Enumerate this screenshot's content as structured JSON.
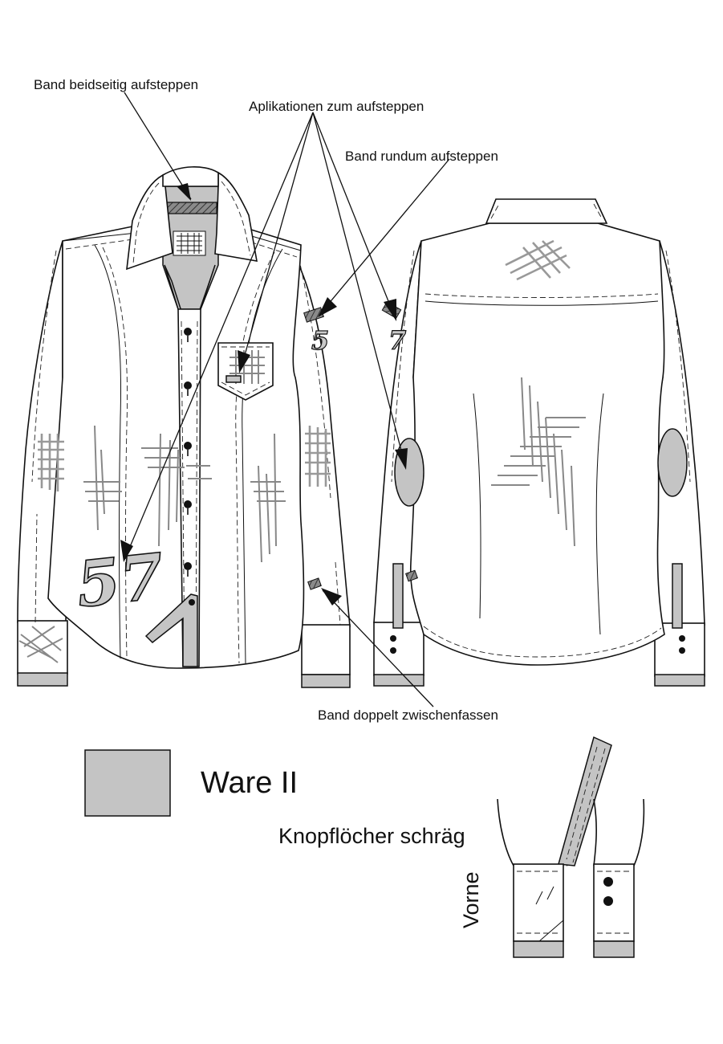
{
  "annotations": {
    "band_beidseitig": "Band beidseitig aufsteppen",
    "aplikationen": "Aplikationen zum aufsteppen",
    "band_rundum": "Band rundum aufsteppen",
    "band_doppelt": "Band doppelt zwischenfassen"
  },
  "applique": {
    "number_front": "57",
    "sleeve_left_digit": "5",
    "sleeve_right_digit": "7"
  },
  "legend": {
    "label": "Ware II",
    "swatch_color": "#c4c4c4"
  },
  "detail": {
    "title": "Knopflöcher schräg",
    "side_label": "Vorne"
  }
}
